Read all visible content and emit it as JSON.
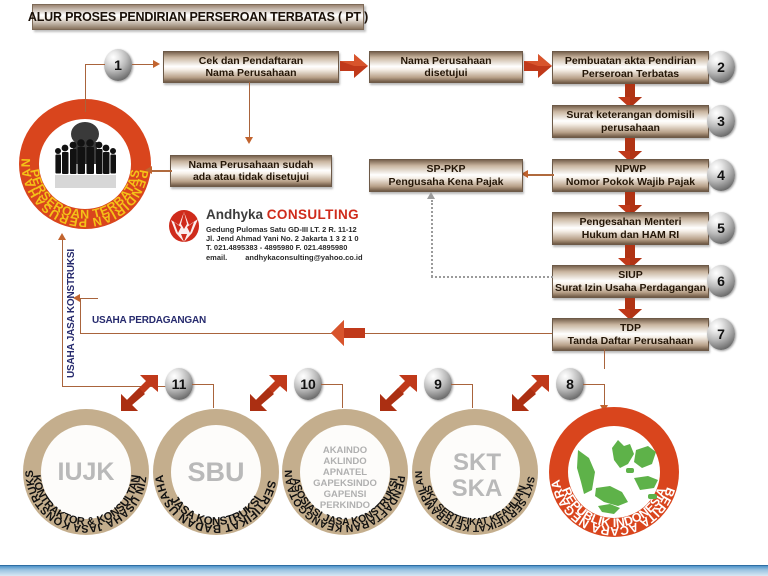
{
  "title": "ALUR PROSES PENDIRIAN PERSEROAN TERBATAS ( PT )",
  "colors": {
    "accent_orange": "#c2642f",
    "seal_red": "#d9451d",
    "seal_tan": "#c4ae8d",
    "label_blue": "#272b6e",
    "brand_red": "#cf2b1b",
    "footer_blue": "#4e93c9"
  },
  "boxes": [
    {
      "id": "cek",
      "line1": "Cek dan Pendaftaran",
      "line2": "Nama Perusahaan"
    },
    {
      "id": "disetujui",
      "line1": "Nama Perusahaan",
      "line2": "disetujui"
    },
    {
      "id": "akta",
      "line1": "Pembuatan akta Pendirian",
      "line2": "Perseroan Terbatas",
      "number": "2"
    },
    {
      "id": "domisili",
      "line1": "Surat keterangan domisili",
      "line2": "perusahaan",
      "number": "3"
    },
    {
      "id": "npwp",
      "line1": "NPWP",
      "line2": "Nomor Pokok Wajib Pajak",
      "number": "4"
    },
    {
      "id": "menteri",
      "line1": "Pengesahan Menteri",
      "line2": "Hukum dan HAM RI",
      "number": "5"
    },
    {
      "id": "siup",
      "line1": "SIUP",
      "line2": "Surat Izin Usaha Perdagangan",
      "number": "6"
    },
    {
      "id": "tdp",
      "line1": "TDP",
      "line2": "Tanda Daftar Perusahaan",
      "number": "7"
    },
    {
      "id": "sppkp",
      "line1": "SP-PKP",
      "line2": "Pengusaha Kena Pajak"
    },
    {
      "id": "ditolak",
      "line1": "Nama Perusahaan sudah",
      "line2": "ada atau tidak disetujui"
    }
  ],
  "step_numbers": {
    "one": "1",
    "two": "2",
    "three": "3",
    "four": "4",
    "five": "5",
    "six": "6",
    "seven": "7",
    "eight": "8",
    "nine": "9",
    "ten": "10",
    "eleven": "11"
  },
  "main_seal": {
    "top_text": "PENDIRIAN PERUSAHAAN",
    "bottom_text": "PERSEROAN TERBATAS"
  },
  "side_labels": {
    "konstruksi": "USAHA JASA KONSTRUKSI",
    "perdagangan": "USAHA PERDAGANGAN"
  },
  "bottom_seals": [
    {
      "id": "iujk",
      "top_text": "IZIN USAHA JASA KONSTRUKSI",
      "bottom_text": "KONTRAKTOR & KONSULTAN",
      "center": "IUJK",
      "number": "11"
    },
    {
      "id": "sbu",
      "top_text": "SERTIFIKAT BADAN USAHA",
      "bottom_text": "JASA KONSTRUKSI",
      "center": "SBU",
      "number": "10"
    },
    {
      "id": "asosiasi",
      "top_text": "PENDAFTARAN KEANGGOTAAN",
      "bottom_text": "ASOSIASI JASA KONSTRUKSI",
      "center_lines": [
        "AKAINDO",
        "AKLINDO",
        "APNATEL",
        "GAPEKSINDO",
        "GAPENSI",
        "PERKINDO"
      ],
      "number": "9"
    },
    {
      "id": "sktska",
      "top_text": "SKT  SERTIFIKAT KETERAMPILAN",
      "bottom_text": "SKA  SERTIFIKAT KEAHLIAN",
      "center_lines": [
        "SKT",
        "SKA"
      ],
      "number": "8"
    },
    {
      "id": "berita",
      "top_text": "BERITA ACARA NEGARA",
      "bottom_text": "REPUBLIK INDONESIA",
      "center": "map-indonesia"
    }
  ],
  "consulting": {
    "name_first": "Andhyka",
    "name_second": "CONSULTING",
    "address_lines": [
      "Gedung Pulomas Satu GD-III LT. 2 R. 11-12",
      "Jl. Jend Ahmad Yani No. 2 Jakarta 1 3 2 1 0",
      "T. 021.4895383 - 4895980 F. 021.4895980"
    ],
    "email_label": "email.",
    "email_value": "andhykaconsulting@yahoo.co.id"
  }
}
